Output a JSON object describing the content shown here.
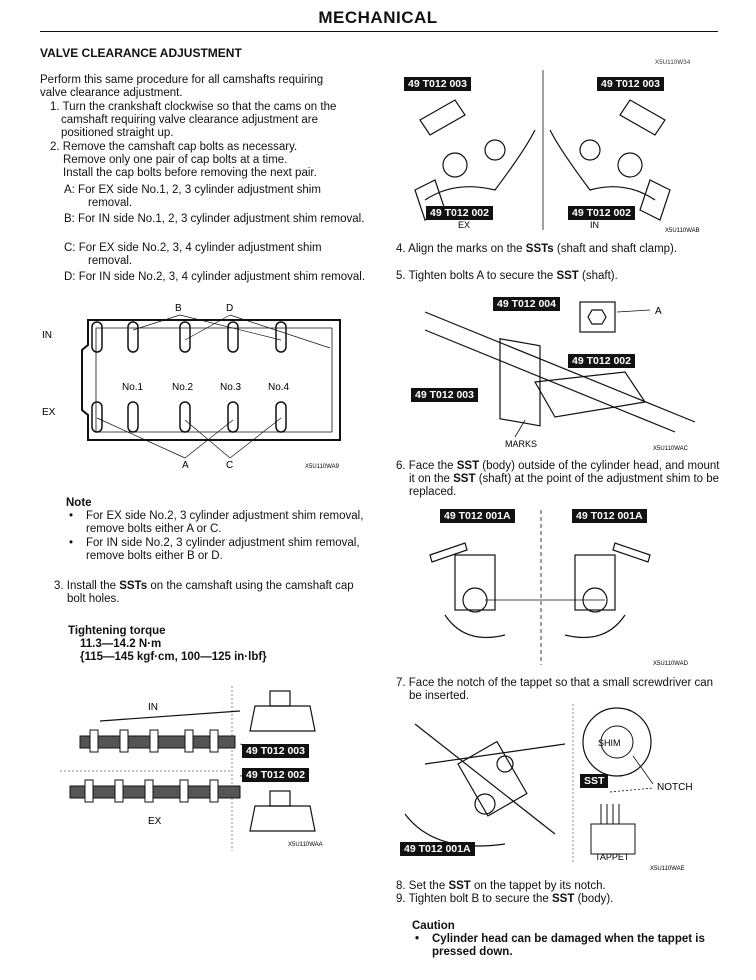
{
  "header": {
    "title": "MECHANICAL"
  },
  "section": {
    "title": "VALVE CLEARANCE ADJUSTMENT",
    "code_top": "X5U110W34"
  },
  "intro": "Perform this same procedure for all camshafts requiring valve clearance adjustment.",
  "steps": {
    "s1": "1. Turn the crankshaft clockwise so that the cams on the camshaft requiring valve clearance adjustment are positioned straight up.",
    "s2a": "2. Remove the camshaft cap bolts as necessary.",
    "s2b": "Remove only one pair of cap bolts at a time.",
    "s2c": "Install the cap bolts before removing the next pair.",
    "a": "A:  For EX side No.1, 2, 3 cylinder adjustment shim removal.",
    "b": "B:  For IN side No.1, 2, 3 cylinder adjustment shim removal.",
    "c": "C:  For EX side No.2, 3, 4 cylinder adjustment shim removal.",
    "d": "D:  For IN side No.2, 3, 4 cylinder adjustment shim removal.",
    "s3_pre": "3. Install the ",
    "s3_bold": "SSTs",
    "s3_post": " on the camshaft using the camshaft cap bolt holes.",
    "s4_pre": "4. Align the marks on the ",
    "s4_bold": "SSTs",
    "s4_post": " (shaft and shaft clamp).",
    "s5_pre": "5. Tighten bolts A to secure the ",
    "s5_bold": "SST",
    "s5_post": " (shaft).",
    "s6_pre": "6. Face the ",
    "s6_bold1": "SST",
    "s6_mid": " (body) outside of the cylinder head, and mount it on the ",
    "s6_bold2": "SST",
    "s6_post": " (shaft) at the point of the adjustment shim to be replaced.",
    "s7": "7. Face the notch of the tappet so that a small screwdriver can be inserted.",
    "s8_pre": "8. Set the ",
    "s8_bold": "SST",
    "s8_post": " on the tappet by its notch.",
    "s9_pre": "9. Tighten bolt B to secure the ",
    "s9_bold": "SST",
    "s9_post": " (body)."
  },
  "note": {
    "title": "Note",
    "items": [
      "For EX side No.2, 3 cylinder adjustment shim removal, remove bolts either A or C.",
      "For IN side No.2, 3 cylinder adjustment shim removal, remove bolts either B or D."
    ]
  },
  "torque": {
    "title": "Tightening torque",
    "value": "11.3—14.2 N·m",
    "alt": "{115—145 kgf·cm, 100—125 in·lbf}"
  },
  "caution": {
    "title": "Caution",
    "item": "Cylinder head can be damaged when the tappet is pressed down."
  },
  "fig_head": {
    "in": "IN",
    "ex": "EX",
    "b": "B",
    "d": "D",
    "a": "A",
    "c": "C",
    "no1": "No.1",
    "no2": "No.2",
    "no3": "No.3",
    "no4": "No.4",
    "code": "X5U110WA9"
  },
  "fig_ssts": {
    "t1": "49 T012 003",
    "t2": "49 T012 003",
    "t3": "49 T012 002",
    "t4": "49 T012 002",
    "ex": "EX",
    "in": "IN",
    "code": "X5U110WAB"
  },
  "fig_shaft": {
    "t1": "49 T012 004",
    "t2": "49 T012 002",
    "t3": "49 T012 003",
    "a": "A",
    "marks": "MARKS",
    "code": "X5U110WAC"
  },
  "fig_body": {
    "t1": "49 T012 001A",
    "t2": "49 T012 001A",
    "code": "X5U110WAD"
  },
  "fig_tappet": {
    "shim": "SHIM",
    "sst": "SST",
    "notch": "NOTCH",
    "tappet": "TAPPET",
    "t1": "49 T012 001A",
    "code": "X5U110WAE"
  },
  "fig_install": {
    "in": "IN",
    "ex": "EX",
    "t1": "49 T012 003",
    "t2": "49 T012 002",
    "code": "X5U110WAA"
  }
}
